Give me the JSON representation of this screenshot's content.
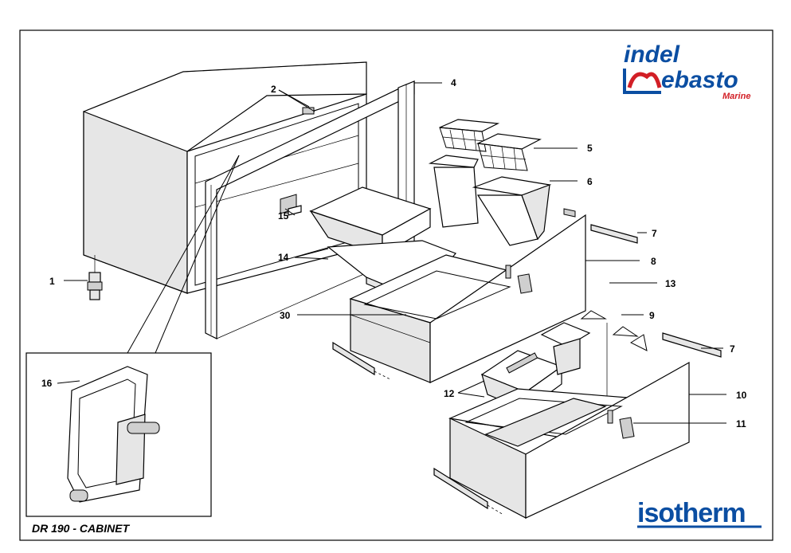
{
  "title": "DR 190 - CABINET",
  "brand": {
    "indel": "indel",
    "webasto": "ebasto",
    "marine": "Marine",
    "isotherm": "isotherm",
    "colors": {
      "blue": "#0b4ea2",
      "red": "#d21f26"
    }
  },
  "callouts": {
    "c1": "1",
    "c2": "2",
    "c4": "4",
    "c5": "5",
    "c6": "6",
    "c7a": "7",
    "c7b": "7",
    "c8": "8",
    "c9": "9",
    "c10": "10",
    "c11": "11",
    "c12": "12",
    "c13": "13",
    "c14": "14",
    "c15": "15",
    "c16": "16",
    "c30": "30"
  }
}
